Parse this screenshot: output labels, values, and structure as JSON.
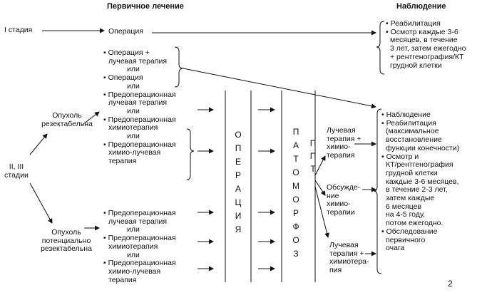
{
  "headers": {
    "primary": "Первичное лечение",
    "observation": "Наблюдение"
  },
  "stage1": {
    "label": "I стадия",
    "operation": "Операция",
    "followup": [
      [
        "• Реабилитация"
      ],
      [
        "• Осмотр каждые 3-6",
        "месяцев, в течение",
        "3 лет, затем ежегодно",
        "+ рентгенография/КТ",
        "грудной клетки"
      ]
    ]
  },
  "stage23": {
    "label_line1": "II, III",
    "label_line2": "стадии",
    "resectable": [
      "Опухоль",
      "резектабельна"
    ],
    "potentially": [
      "Опухоль",
      "потенциально",
      "резектабельна"
    ]
  },
  "options_top": [
    "• Операция +",
    "лучевая терапия",
    "или",
    "• Операция",
    "или",
    "• Предоперационная",
    "лучевая терапия",
    "или",
    "• Предоперационная",
    "химиотерапия",
    "или",
    "• Предоперационная",
    "химио-лучевая",
    "терапия"
  ],
  "options_bottom": [
    "• Предоперационная",
    "лучевая терапия",
    "или",
    "• Предоперационная",
    "химиотерапия",
    "или",
    "• Предоперационная",
    "химио-лучевая",
    "терапия"
  ],
  "operation_vertical": [
    "О",
    "П",
    "Е",
    "Р",
    "А",
    "Ц",
    "И",
    "Я"
  ],
  "pathomorphosis_vertical": [
    "П",
    "А",
    "Т",
    "О",
    "М",
    "О",
    "Р",
    "Ф",
    "О",
    "З"
  ],
  "ppt_vertical": [
    "П",
    "П",
    "Т"
  ],
  "after_path": {
    "option1": [
      "Лучевая",
      "терапия +",
      "химио-",
      "терапия"
    ],
    "option2": [
      "Обсужде-",
      "ние",
      "химио-",
      "терапии"
    ],
    "option3": [
      "Лучевая",
      "терапия +",
      "химиотера-",
      "пия"
    ]
  },
  "followup_big": [
    "• Наблюдение",
    "• Реабилитация",
    "(максимальное",
    "восстановление",
    "функции конечности)",
    "• Осмотр и",
    "КТ/рентгенография",
    "грудной клетки",
    "каждые 3-6 месяцев,",
    "в течение 2-3 лет,",
    "затем каждые",
    "6 месяцев",
    "на 4-5 году,",
    "потом ежегодно.",
    "• Обследование",
    "первичного",
    "очага"
  ],
  "page_number": "2"
}
